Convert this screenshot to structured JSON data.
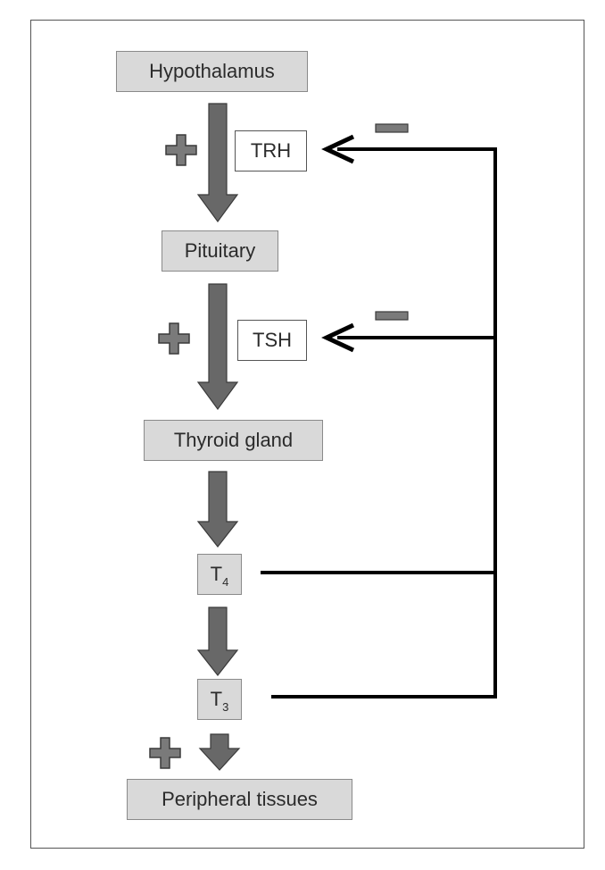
{
  "nodes": {
    "hypothalamus": "Hypothalamus",
    "pituitary": "Pituitary",
    "thyroid_gland": "Thyroid gland",
    "t4_base": "T",
    "t4_sub": "4",
    "t3_base": "T",
    "t3_sub": "3",
    "peripheral_tissues": "Peripheral tissues"
  },
  "hormones": {
    "trh": "TRH",
    "tsh": "TSH"
  },
  "colors": {
    "node_fill": "#d9d9d9",
    "arrow": "#686868",
    "feedback_line": "#000000",
    "frame": "#555555"
  },
  "icons": {
    "stimulation": "plus-icon",
    "inhibition": "minus-icon"
  }
}
